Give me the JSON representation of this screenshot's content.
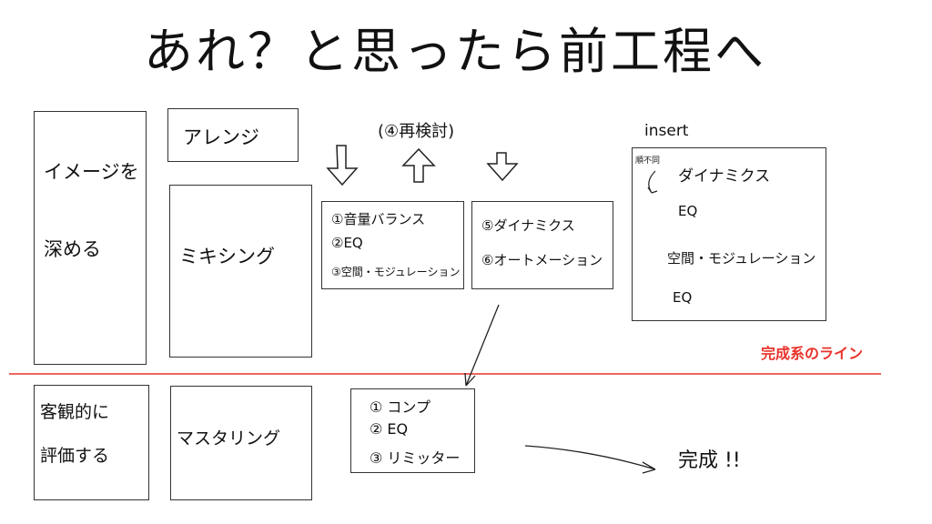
{
  "title": "あれ？と思ったら前工程へ",
  "stages": {
    "image": [
      "イメージを",
      "深める"
    ],
    "arrange": "アレンジ",
    "mixing": "ミキシング",
    "evaluate": [
      "客観的に",
      "評価する"
    ],
    "mastering": "マスタリング"
  },
  "reconsider": "(④再検討)",
  "mix_steps_a": [
    "①音量バランス",
    "②EQ",
    "③空間・モジュレーション"
  ],
  "mix_steps_b": [
    "⑤ダイナミクス",
    "⑥オートメーション"
  ],
  "insert": {
    "label": "insert",
    "note": "順不同",
    "items": [
      "ダイナミクス",
      "EQ",
      "空間・モジュレーション",
      "EQ"
    ]
  },
  "completion_line_label": "完成系のライン",
  "mastering_steps": [
    "① コンプ",
    "② EQ",
    "③ リミッター"
  ],
  "done": "完成 !!",
  "colors": {
    "line": "#e8322a",
    "ink": "#111111"
  }
}
